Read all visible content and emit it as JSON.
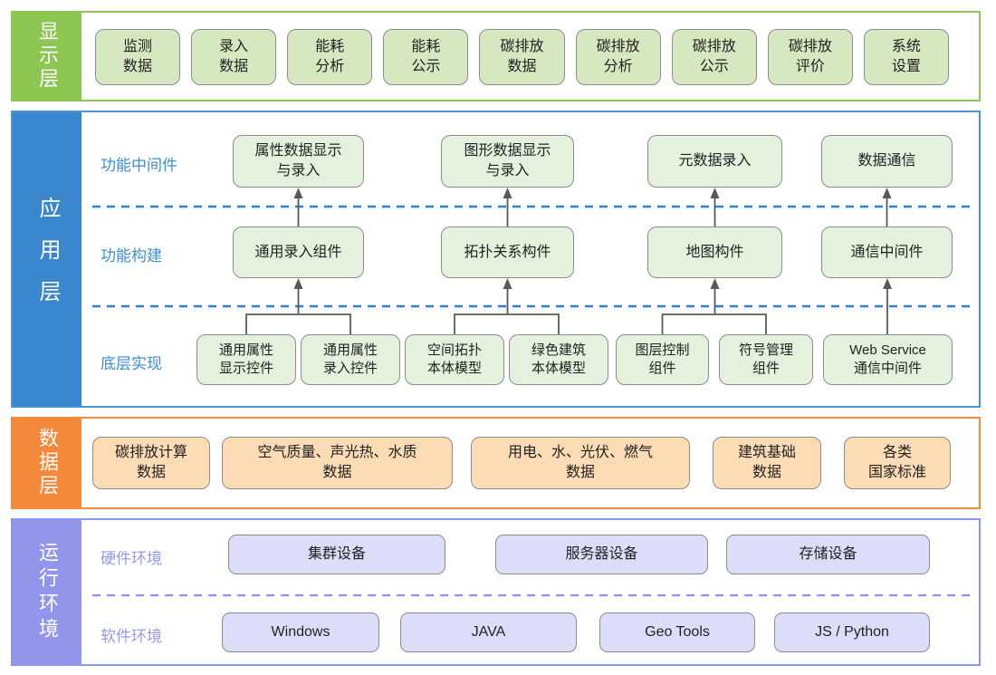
{
  "colors": {
    "display_accent": "#8cc653",
    "app_accent": "#3a87ce",
    "app_border": "#4e94d9",
    "app_dashed": "#2e7fd6",
    "data_accent": "#f5893b",
    "runtime_accent": "#9296ea",
    "node_border": "#8c8c8c",
    "arrow": "#595959",
    "display_node_fill": "#d6e8bf",
    "app_node_fill": "#e4f1dd",
    "data_node_fill": "#fbdcb4",
    "runtime_node_fill": "#dcddf9"
  },
  "layers": {
    "display": {
      "title": "显示层",
      "boxes": [
        "监测\n数据",
        "录入\n数据",
        "能耗\n分析",
        "能耗\n公示",
        "碳排放\n数据",
        "碳排放\n分析",
        "碳排放\n公示",
        "碳排放\n评价",
        "系统\n设置"
      ]
    },
    "app": {
      "title": "应用层",
      "rows": [
        {
          "label": "功能中间件",
          "boxes": [
            "属性数据显示\n与录入",
            "图形数据显示\n与录入",
            "元数据录入",
            "数据通信"
          ]
        },
        {
          "label": "功能构建",
          "boxes": [
            "通用录入组件",
            "拓扑关系构件",
            "地图构件",
            "通信中间件"
          ]
        },
        {
          "label": "底层实现",
          "boxes": [
            "通用属性\n显示控件",
            "通用属性\n录入控件",
            "空间拓扑\n本体模型",
            "绿色建筑\n本体模型",
            "图层控制\n组件",
            "符号管理\n组件",
            "Web Service\n通信中间件"
          ]
        }
      ]
    },
    "data": {
      "title": "数据层",
      "boxes": [
        "碳排放计算\n数据",
        "空气质量、声光热、水质\n数据",
        "用电、水、光伏、燃气\n数据",
        "建筑基础\n数据",
        "各类\n国家标准"
      ]
    },
    "runtime": {
      "title": "运行环境",
      "rows": [
        {
          "label": "硬件环境",
          "boxes": [
            "集群设备",
            "服务器设备",
            "存储设备"
          ]
        },
        {
          "label": "软件环境",
          "boxes": [
            "Windows",
            "JAVA",
            "Geo Tools",
            "JS / Python"
          ]
        }
      ]
    }
  }
}
